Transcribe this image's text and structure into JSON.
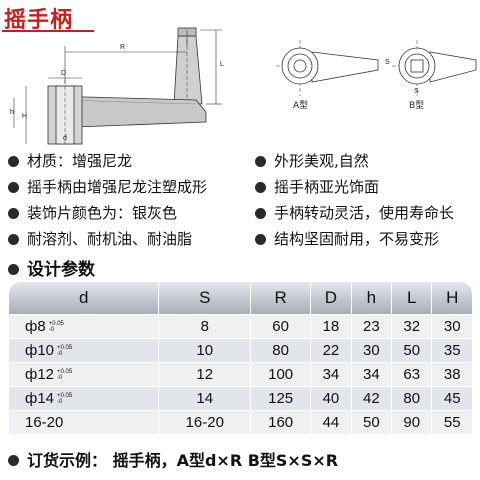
{
  "title": "摇手柄",
  "drawing": {
    "dims": [
      "R",
      "D",
      "L",
      "h",
      "H",
      "d",
      "S",
      "S"
    ],
    "type_a_label": "A型",
    "type_b_label": "B型"
  },
  "features": [
    "材质：增强尼龙",
    "外形美观,自然",
    "摇手柄由增强尼龙注塑成形",
    "摇手柄亚光饰面",
    "装饰片颜色为：银灰色",
    "手柄转动灵活，使用寿命长",
    "耐溶剂、耐机油、耐油脂",
    "结构坚固耐用，不易变形"
  ],
  "params_heading": "设计参数",
  "table": {
    "headers": [
      "d",
      "S",
      "R",
      "D",
      "h",
      "L",
      "H"
    ],
    "rows": [
      {
        "d": "ф8",
        "tol_upper": "+0.05",
        "tol_lower": "-0",
        "cells": [
          "8",
          "60",
          "18",
          "23",
          "32",
          "30"
        ]
      },
      {
        "d": "ф10",
        "tol_upper": "+0.05",
        "tol_lower": "-0",
        "cells": [
          "10",
          "80",
          "22",
          "30",
          "50",
          "35"
        ]
      },
      {
        "d": "ф12",
        "tol_upper": "+0.05",
        "tol_lower": "-0",
        "cells": [
          "12",
          "100",
          "34",
          "34",
          "63",
          "38"
        ]
      },
      {
        "d": "ф14",
        "tol_upper": "+0.05",
        "tol_lower": "-0",
        "cells": [
          "14",
          "125",
          "40",
          "42",
          "80",
          "45"
        ]
      },
      {
        "d": "16-20",
        "tol_upper": "",
        "tol_lower": "",
        "cells": [
          "16-20",
          "160",
          "44",
          "50",
          "90",
          "55"
        ]
      }
    ]
  },
  "order_example": "订货示例：  摇手柄，A型d×R  B型S×S×R"
}
